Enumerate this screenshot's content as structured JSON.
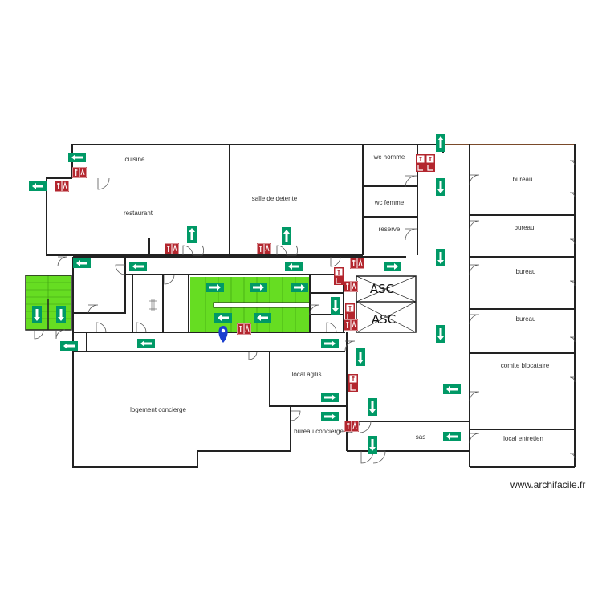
{
  "plan": {
    "rooms": [
      {
        "id": "cuisine",
        "label": "cuisine"
      },
      {
        "id": "restaurant",
        "label": "restaurant"
      },
      {
        "id": "salle-de-detente",
        "label": "salle de detente"
      },
      {
        "id": "wc-homme",
        "label": "wc homme"
      },
      {
        "id": "wc-femme",
        "label": "wc femme"
      },
      {
        "id": "reserve",
        "label": "reserve"
      },
      {
        "id": "bureau-1",
        "label": "bureau"
      },
      {
        "id": "bureau-2",
        "label": "bureau"
      },
      {
        "id": "bureau-3",
        "label": "bureau"
      },
      {
        "id": "bureau-4",
        "label": "bureau"
      },
      {
        "id": "comite-blocataire",
        "label": "comite blocataire"
      },
      {
        "id": "local-entretien",
        "label": "local entretien"
      },
      {
        "id": "local-agilis",
        "label": "local agilis"
      },
      {
        "id": "logement-concierge",
        "label": "logement concierge"
      },
      {
        "id": "bureau-concierge",
        "label": "bureau concierge"
      },
      {
        "id": "sas",
        "label": "sas"
      }
    ],
    "elevators": [
      "ASC",
      "ASC"
    ],
    "colors": {
      "wall": "#222222",
      "stairs": "#66dd22",
      "exit_sign": "#009966",
      "fire_equipment": "#b3262e",
      "location_marker": "#1a3fcf"
    }
  },
  "watermark": "www.archifacile.fr"
}
